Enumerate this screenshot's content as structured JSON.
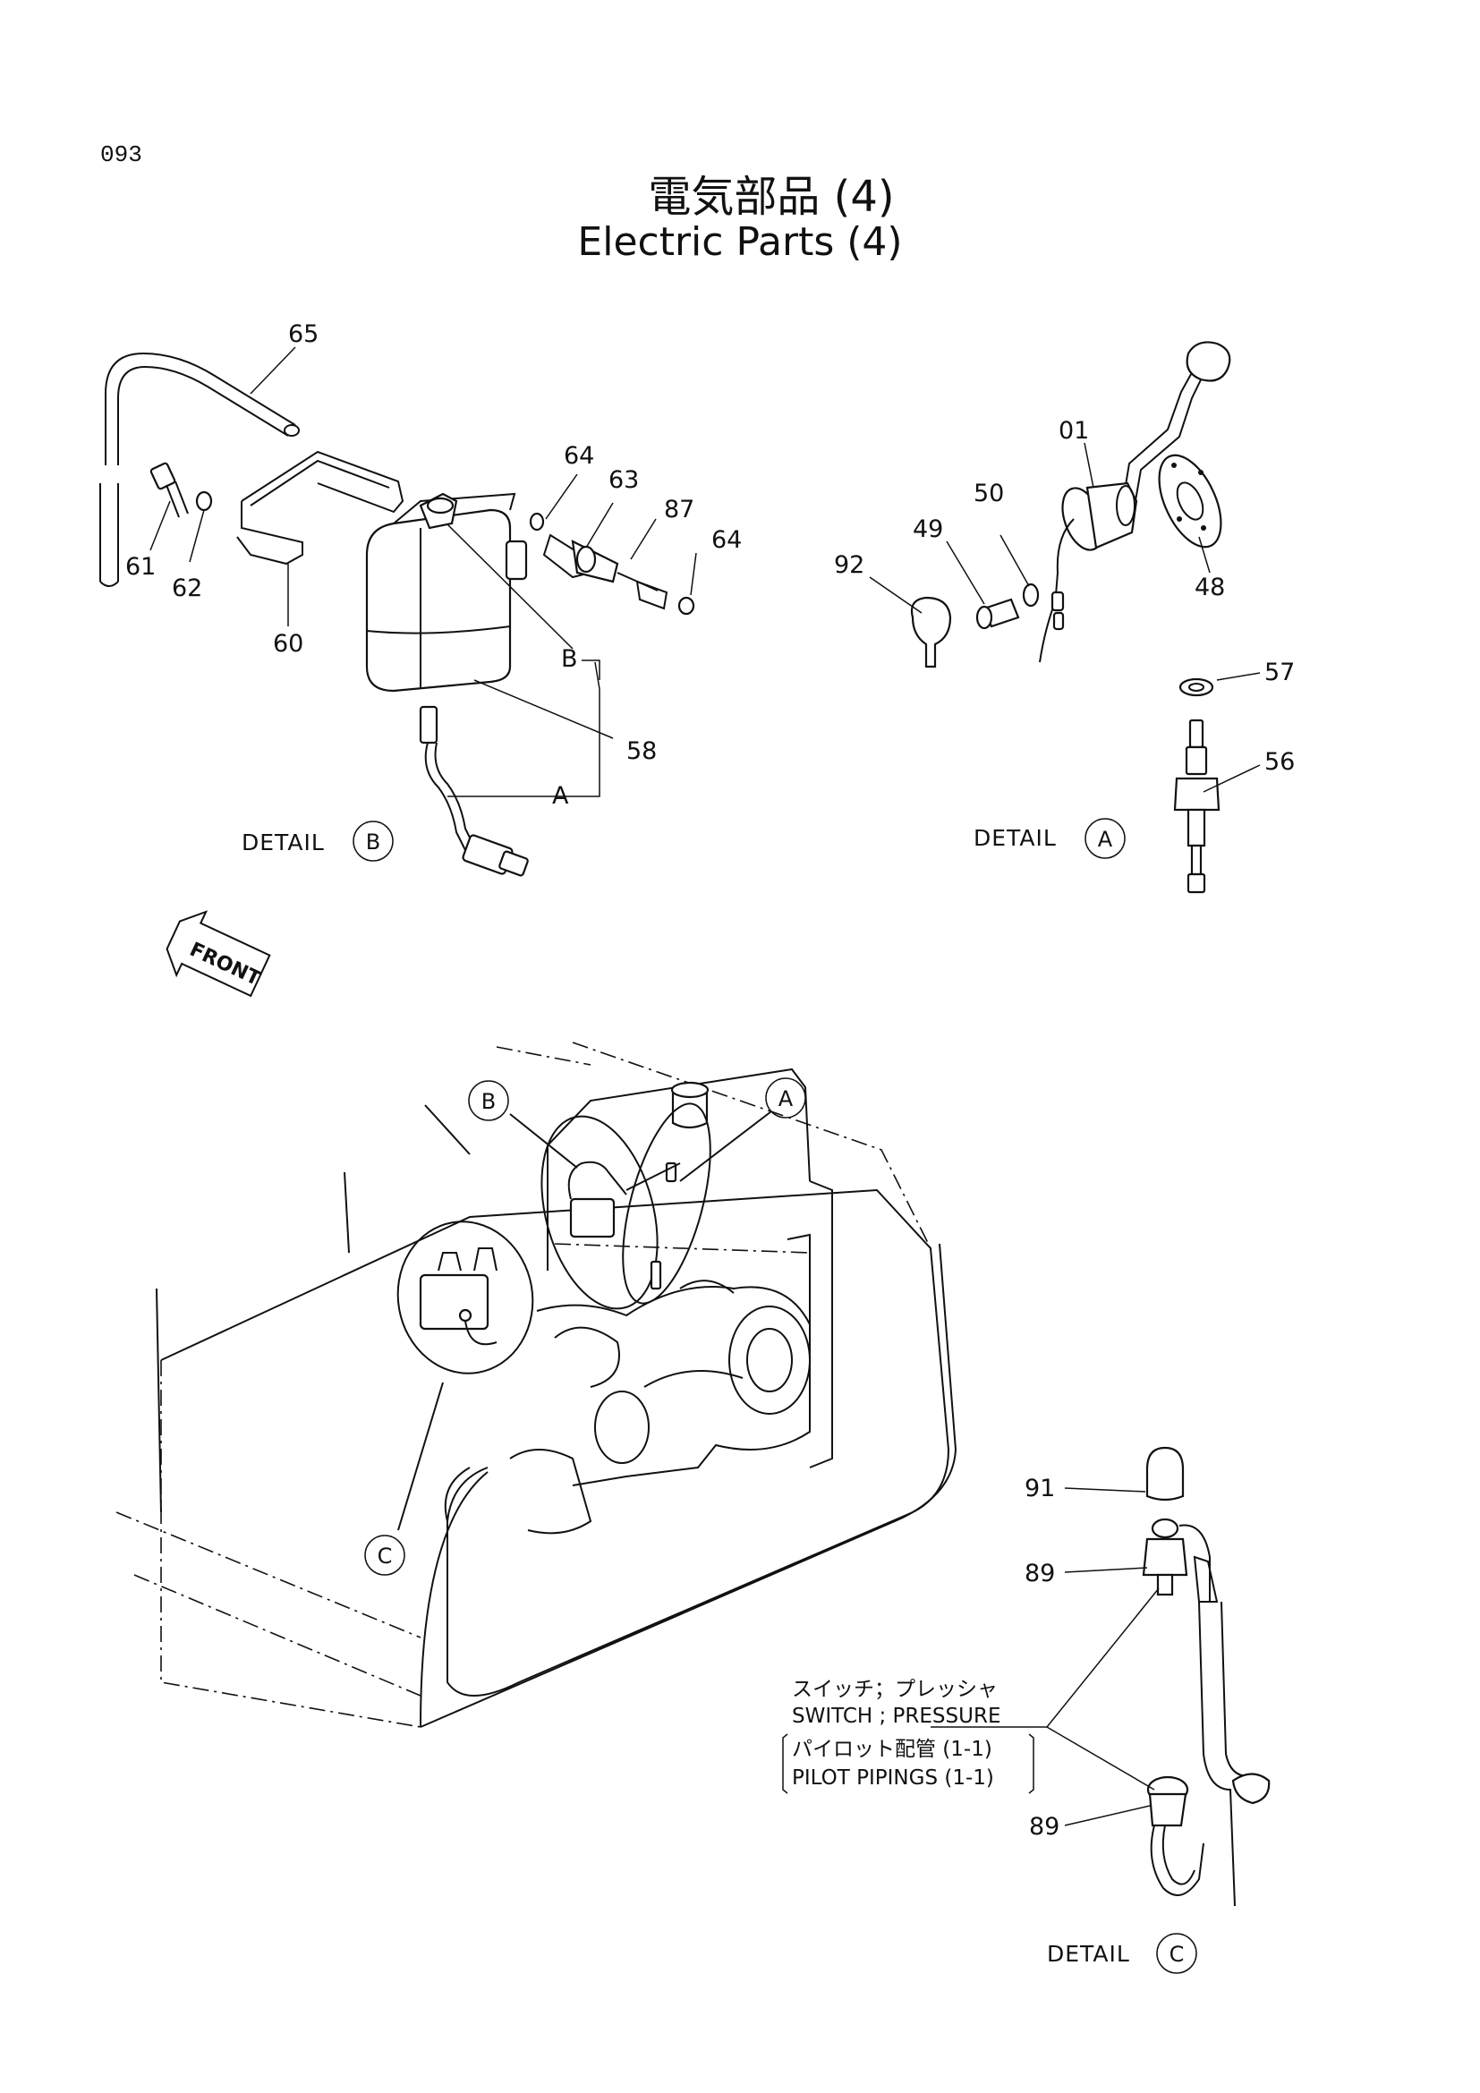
{
  "page": {
    "number": "093"
  },
  "title": {
    "jp": "電気部品 (4)",
    "en": "Electric Parts (4)"
  },
  "callouts": {
    "c01": "01",
    "c48": "48",
    "c49": "49",
    "c50": "50",
    "c56": "56",
    "c57": "57",
    "c58": "58",
    "c60": "60",
    "c61": "61",
    "c62": "62",
    "c63": "63",
    "c64a": "64",
    "c64b": "64",
    "c65": "65",
    "c87": "87",
    "c89a": "89",
    "c89b": "89",
    "c91": "91",
    "c92": "92",
    "refA": "A",
    "refB": "B"
  },
  "details": {
    "label": "DETAIL",
    "a": "A",
    "b": "B",
    "c": "C"
  },
  "view_markers": {
    "a": "A",
    "b": "B",
    "c": "C"
  },
  "front_arrow": "FRONT",
  "note": {
    "line1": "スイッチ；プレッシャ",
    "line2": "SWITCH ; PRESSURE",
    "line3": "パイロット配管 (1-1)",
    "line4": "PILOT PIPINGS (1-1)"
  }
}
